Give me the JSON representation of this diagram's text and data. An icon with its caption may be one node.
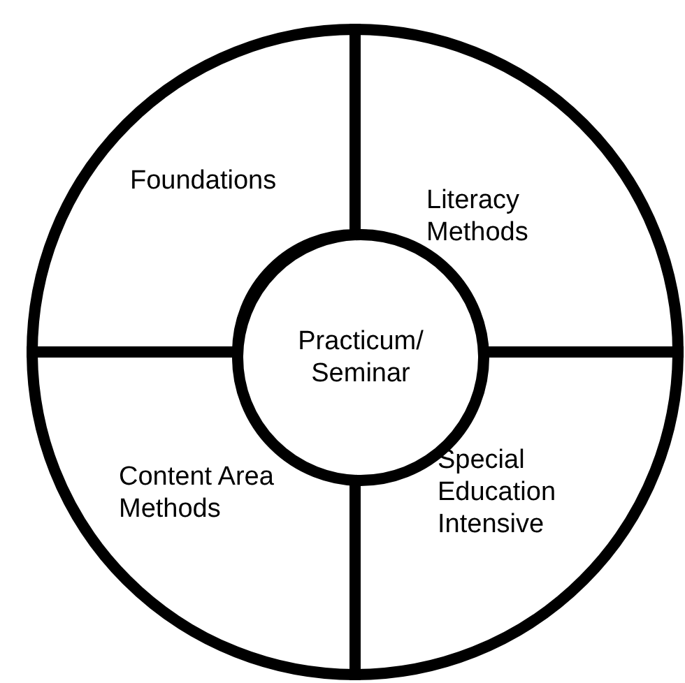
{
  "diagram": {
    "nodes": [
      {
        "text": [
          "Foundations"
        ]
      },
      {
        "text": [
          "Literacy Methods"
        ]
      },
      {
        "text": [
          "Practicum/ Seminar"
        ]
      },
      {
        "text": [
          "Content Area Methods"
        ]
      },
      {
        "text": [
          "Special Education Intensive"
        ]
      }
    ]
  }
}
